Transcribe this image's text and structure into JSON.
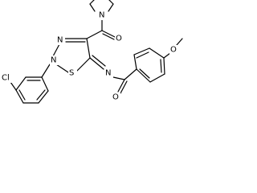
{
  "molecule": {
    "atoms": {
      "cl": "Cl",
      "n2": "N",
      "n3": "N",
      "s": "S",
      "n_pyr": "N",
      "o_carbonyl_top": "O",
      "n_imine": "N",
      "o_amide": "O",
      "o_methoxy": "O"
    }
  },
  "colors": {
    "line": "#000000",
    "background": "#ffffff"
  }
}
